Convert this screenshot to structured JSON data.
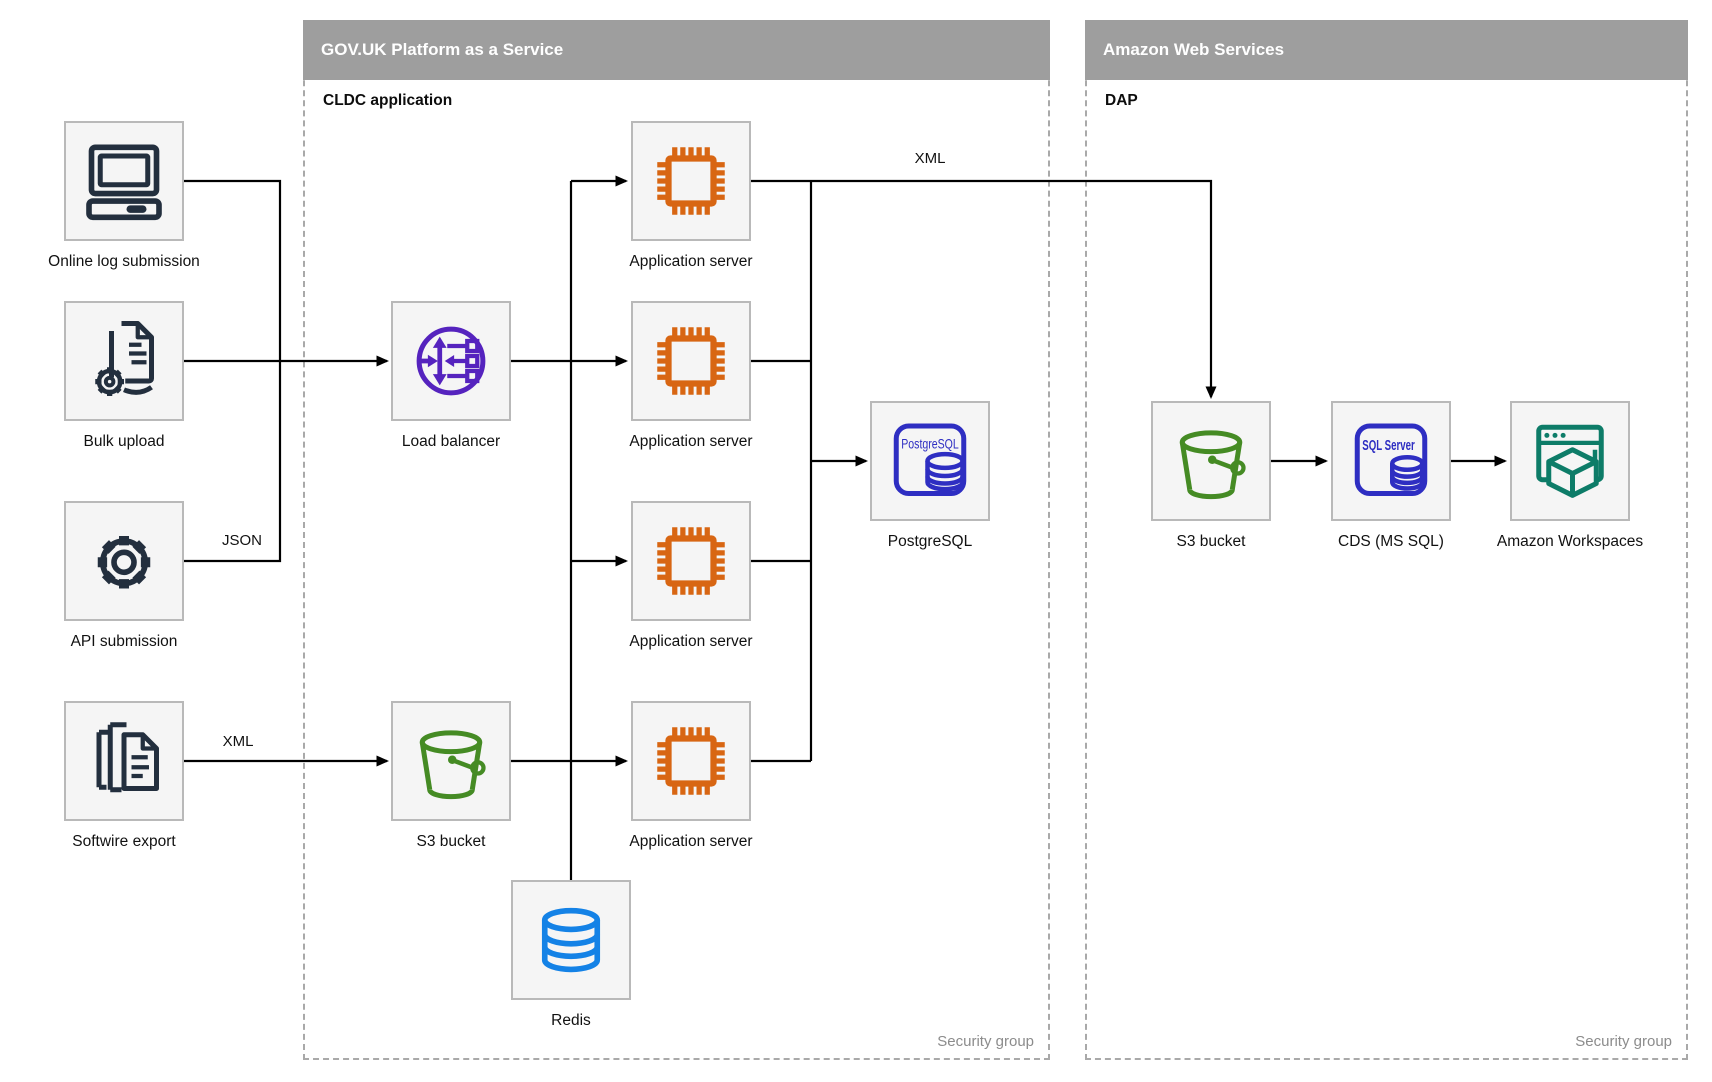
{
  "containers": [
    {
      "title": "GOV.UK Platform as a Service",
      "sublabel": "CLDC application",
      "footer": "Security group"
    },
    {
      "title": "Amazon Web Services",
      "sublabel": "DAP",
      "footer": "Security group"
    }
  ],
  "nodes": [
    {
      "id": "online-log-submission",
      "label": "Online log submission",
      "icon": "computer-icon"
    },
    {
      "id": "bulk-upload",
      "label": "Bulk upload",
      "icon": "document-gear-icon"
    },
    {
      "id": "api-submission",
      "label": "API submission",
      "icon": "gear-icon"
    },
    {
      "id": "softwire-export",
      "label": "Softwire export",
      "icon": "documents-stack-icon"
    },
    {
      "id": "load-balancer",
      "label": "Load balancer",
      "icon": "load-balancer-icon"
    },
    {
      "id": "app-server-1",
      "label": "Application server",
      "icon": "chip-icon"
    },
    {
      "id": "app-server-2",
      "label": "Application server",
      "icon": "chip-icon"
    },
    {
      "id": "app-server-3",
      "label": "Application server",
      "icon": "chip-icon"
    },
    {
      "id": "app-server-4",
      "label": "Application server",
      "icon": "chip-icon"
    },
    {
      "id": "s3-bucket-paas",
      "label": "S3 bucket",
      "icon": "bucket-icon"
    },
    {
      "id": "redis",
      "label": "Redis",
      "icon": "database-cylinder-icon"
    },
    {
      "id": "postgresql",
      "label": "PostgreSQL",
      "icon": "postgresql-db-icon",
      "icon_text": "PostgreSQL"
    },
    {
      "id": "s3-bucket-aws",
      "label": "S3 bucket",
      "icon": "bucket-icon"
    },
    {
      "id": "cds-ms-sql",
      "label": "CDS (MS SQL)",
      "icon": "sql-server-db-icon",
      "icon_text": "SQL Server"
    },
    {
      "id": "amazon-workspaces",
      "label": "Amazon Workspaces",
      "icon": "workspaces-icon"
    }
  ],
  "edge_labels": [
    "JSON",
    "XML",
    "XML"
  ],
  "colors": {
    "source_icon": "#232f3e",
    "load_balancer": "#5523be",
    "app_server": "#d86613",
    "database_blue": "#2e2ec2",
    "s3_green": "#458b24",
    "redis_blue": "#1482e6",
    "workspaces_teal": "#0d7c68",
    "container_header": "#9e9e9e",
    "node_fill": "#f5f5f5",
    "node_border": "#b9b9b9",
    "edge": "#000000"
  }
}
